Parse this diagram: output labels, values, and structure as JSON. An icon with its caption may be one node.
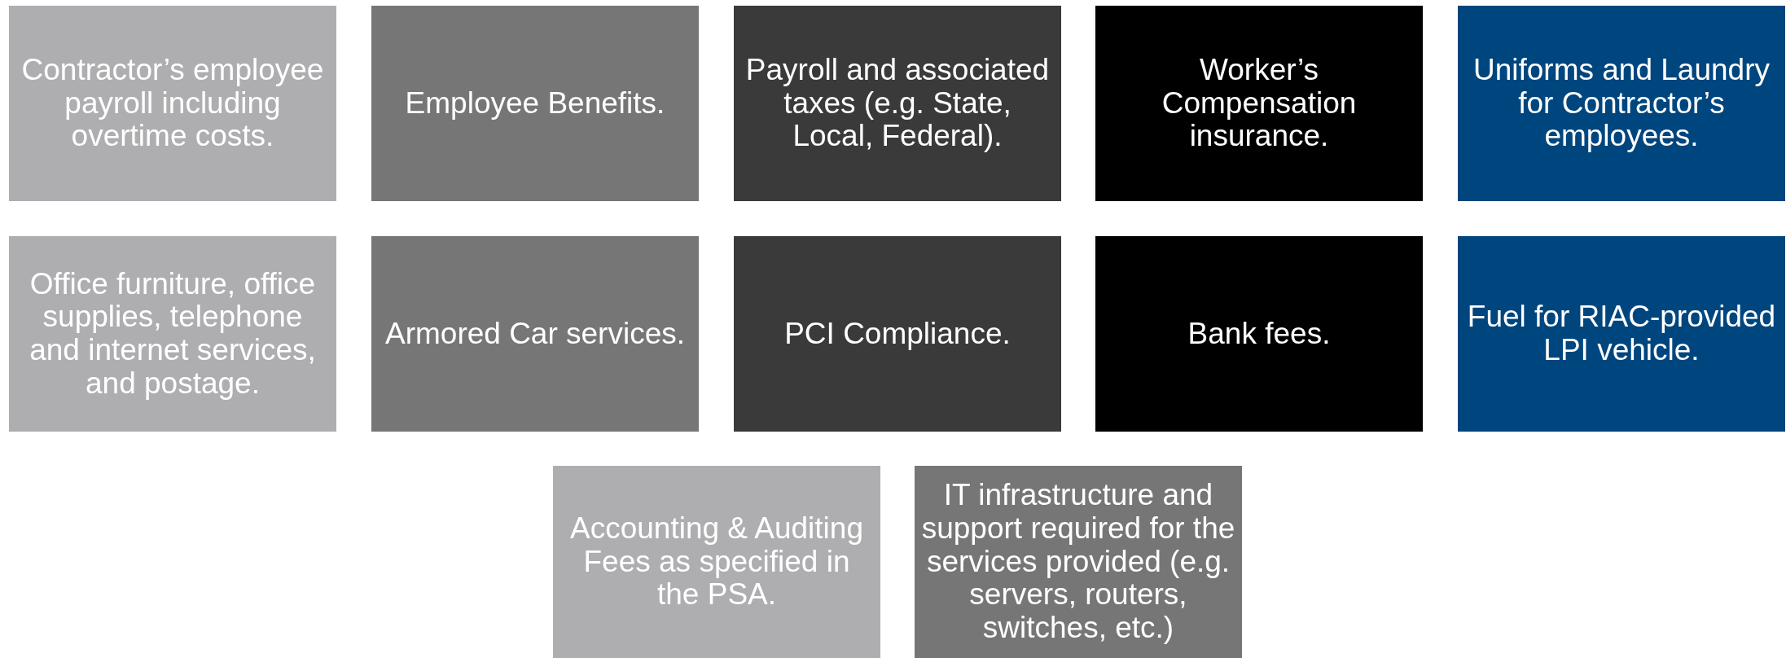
{
  "diagram": {
    "nodes": [
      {
        "text": [
          "Contractor’s employee payroll including overtime costs."
        ]
      },
      {
        "text": [
          "Employee Benefits."
        ]
      },
      {
        "text": [
          "Payroll and associated taxes (e.g. State, Local, Federal)."
        ]
      },
      {
        "text": [
          "Worker’s Compensation insurance."
        ]
      },
      {
        "text": [
          "Uniforms and Laundry for Contractor’s employees."
        ]
      },
      {
        "text": [
          "Office furniture, office supplies, telephone and internet services, and postage."
        ]
      },
      {
        "text": [
          "Armored Car services."
        ]
      },
      {
        "text": [
          "PCI Compliance."
        ]
      },
      {
        "text": [
          "Bank fees."
        ]
      },
      {
        "text": [
          "Fuel for RIAC-provided LPI vehicle."
        ]
      },
      {
        "text": [
          "Accounting & Auditing Fees as specified in the PSA."
        ]
      },
      {
        "text": [
          "IT infrastructure and support required for the services provided (e.g. servers, routers, switches, etc.)"
        ]
      }
    ]
  }
}
